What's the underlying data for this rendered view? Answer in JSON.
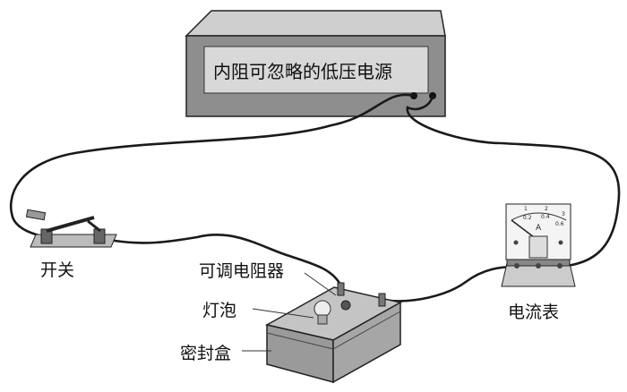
{
  "power_supply": {
    "label": "内阻可忽略的低压电源"
  },
  "switch": {
    "label": "开关"
  },
  "rheostat": {
    "label": "可调电阻器"
  },
  "bulb": {
    "label": "灯泡"
  },
  "box": {
    "label": "密封盒"
  },
  "ammeter": {
    "label": "电流表",
    "unit": "A",
    "scale_top": [
      "1",
      "2",
      "3"
    ],
    "scale_bottom": [
      "0.2",
      "0.4",
      "0.6"
    ]
  },
  "colors": {
    "box_face": "#9a9a9a",
    "box_top": "#c4c4c4",
    "wire": "#1a1a1a"
  }
}
